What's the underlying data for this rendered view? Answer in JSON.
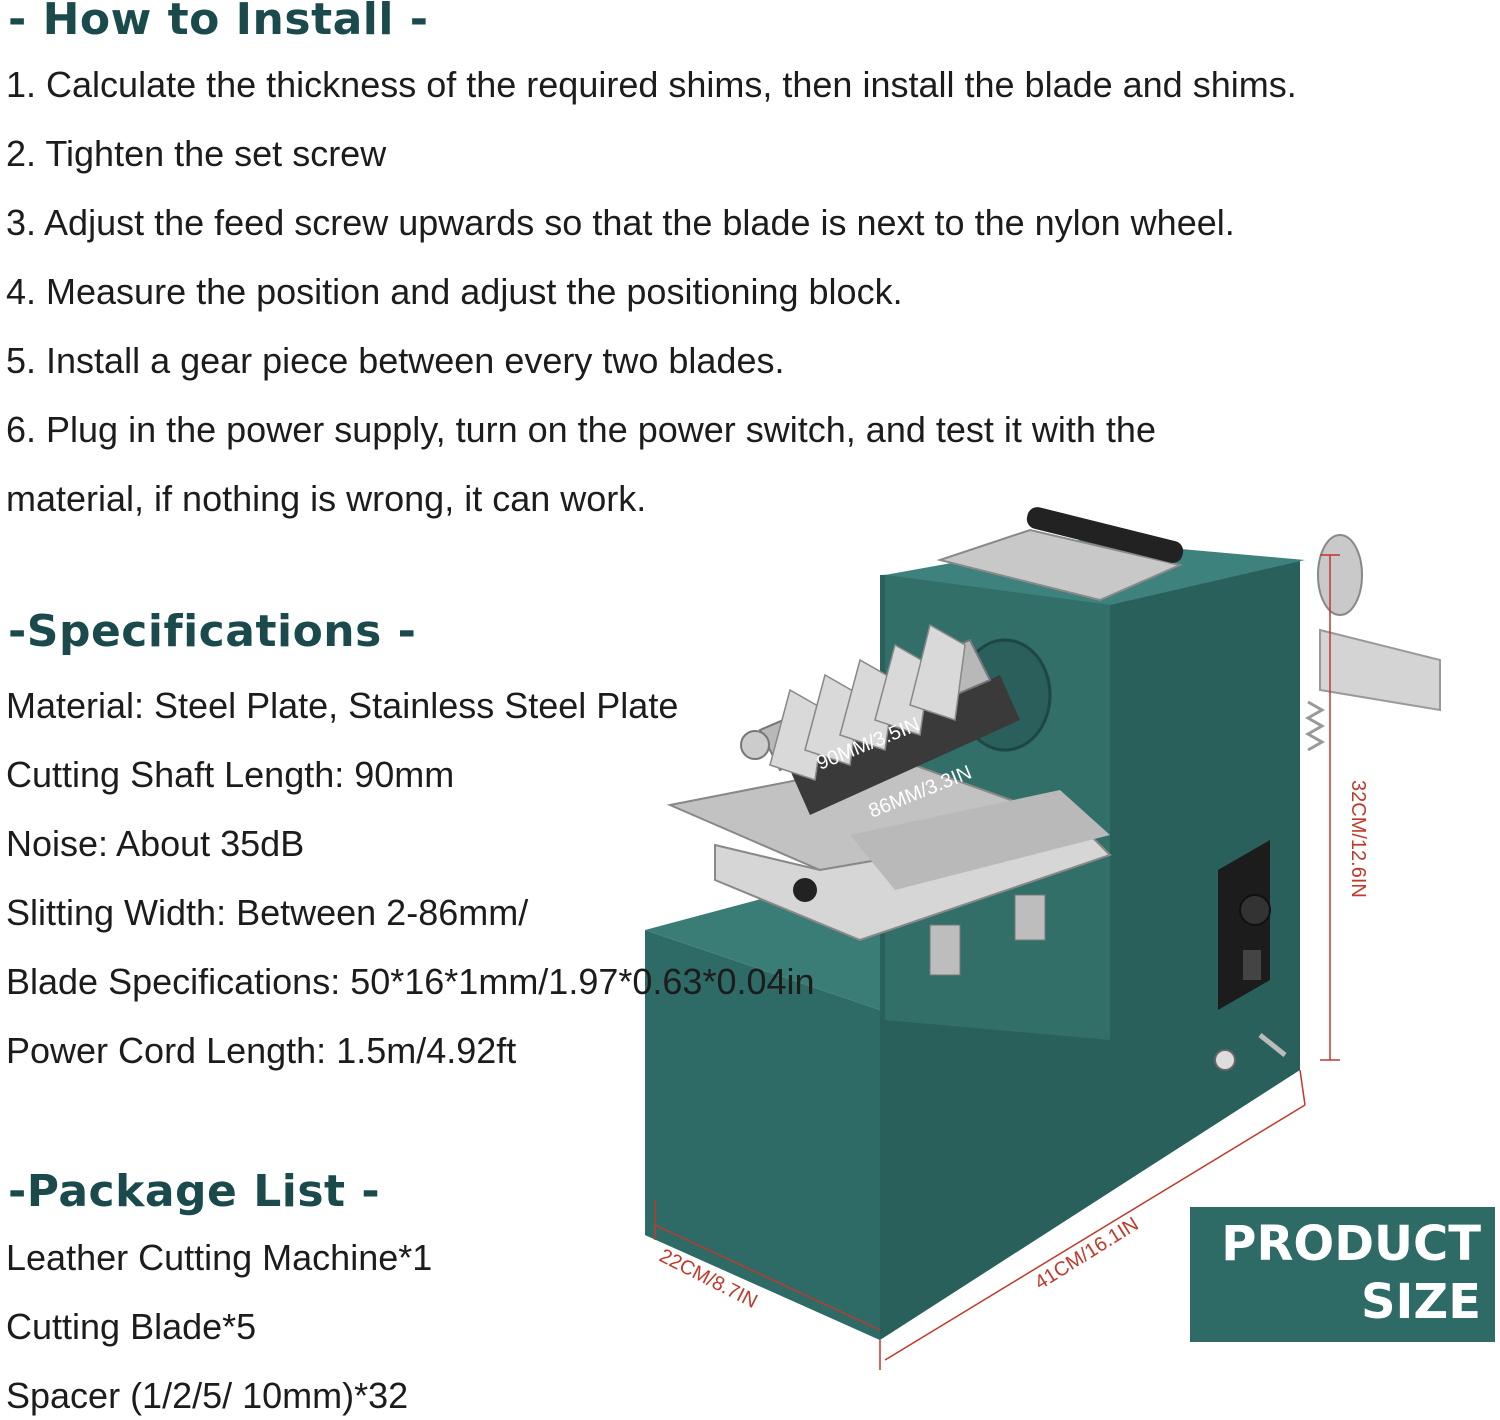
{
  "install": {
    "heading": "- How to Install -",
    "steps": [
      "1. Calculate the thickness of the required shims, then install the blade and shims.",
      "2. Tighten the set screw",
      "3. Adjust the feed screw upwards so that the blade is next to the nylon wheel.",
      "4. Measure the position and adjust the positioning block.",
      "5. Install a gear piece between every two blades.",
      "6. Plug in the power supply, turn on the power switch, and test it with the",
      "material, if nothing is wrong, it can work."
    ]
  },
  "specifications": {
    "heading": "-Specifications -",
    "items": [
      "Material: Steel Plate, Stainless Steel Plate",
      "Cutting Shaft Length: 90mm",
      "Noise: About 35dB",
      "Slitting Width: Between 2-86mm/",
      "Blade Specifications: 50*16*1mm/1.97*0.63*0.04in",
      "Power Cord Length: 1.5m/4.92ft"
    ]
  },
  "package": {
    "heading": "-Package List -",
    "items": [
      "Leather Cutting Machine*1",
      "Cutting Blade*5",
      "Spacer (1/2/5/ 10mm)*32"
    ]
  },
  "dimensions": {
    "shaft_length": "90MM/3.5IN",
    "cut_width": "86MM/3.3IN",
    "height": "32CM/12.6IN",
    "length": "41CM/16.1IN",
    "depth": "22CM/8.7IN"
  },
  "badge": {
    "line1": "PRODUCT",
    "line2": "SIZE"
  },
  "colors": {
    "heading": "#1b4a4c",
    "machine_body": "#2f6b66",
    "dimension_line": "#c0392b",
    "badge_bg": "#2f6b66"
  }
}
